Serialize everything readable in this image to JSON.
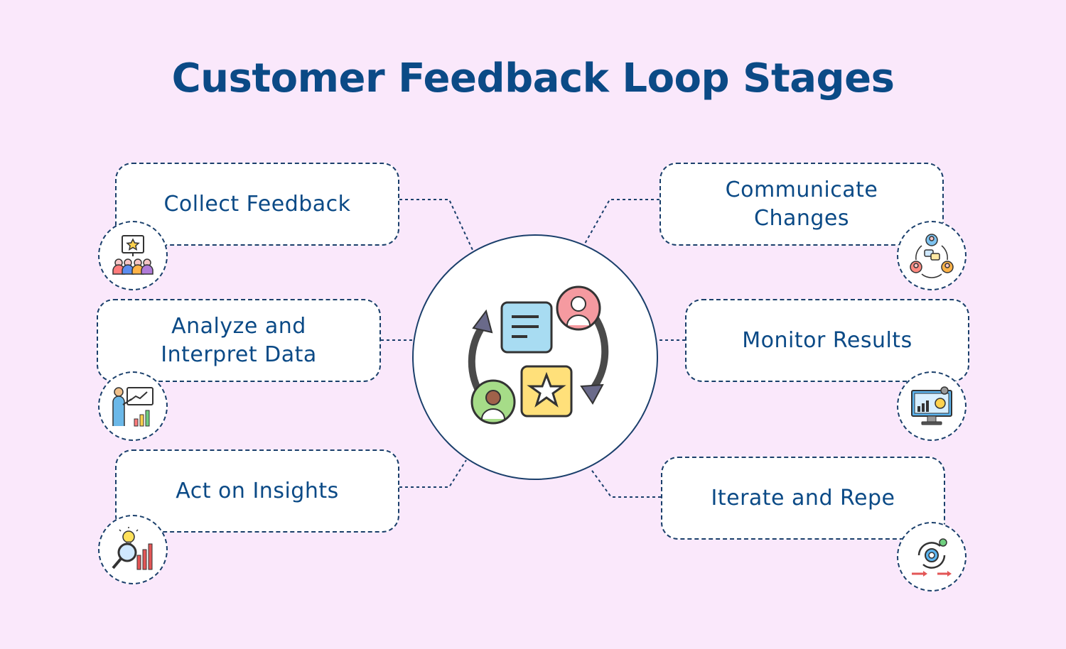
{
  "title": "Customer Feedback Loop Stages",
  "center": {
    "icon": "feedback-loop-icon"
  },
  "stages": {
    "collect": {
      "label": "Collect Feedback",
      "icon": "audience-rating-icon"
    },
    "analyze": {
      "line1": "Analyze and",
      "line2": "Interpret Data",
      "icon": "presentation-chart-icon"
    },
    "act": {
      "label": "Act on Insights",
      "icon": "insight-analysis-icon"
    },
    "communicate": {
      "line1": "Communicate",
      "line2": "Changes",
      "icon": "team-communication-icon"
    },
    "monitor": {
      "label": "Monitor Results",
      "icon": "monitor-dashboard-icon"
    },
    "iterate": {
      "label": "Iterate and Repe",
      "icon": "iteration-cycle-icon"
    }
  },
  "colors": {
    "background": "#fae8fb",
    "accent": "#0b4a86",
    "border": "#1a3f6b"
  }
}
